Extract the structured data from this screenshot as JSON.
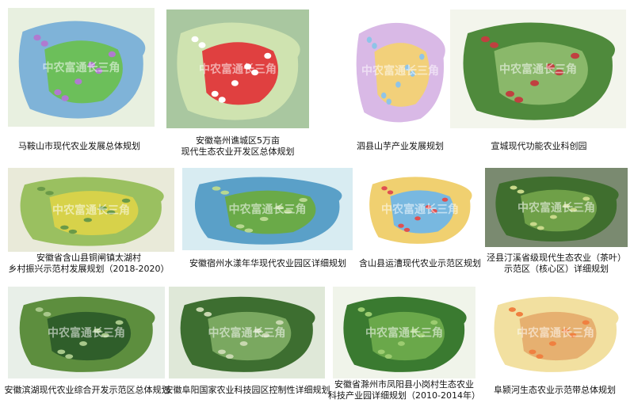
{
  "watermark": "中农富通长三角",
  "projects": [
    {
      "lines": [
        "马鞍山市现代农业发展总体规划"
      ],
      "palette": [
        "#e8f0e0",
        "#7fb3d8",
        "#6cbf5a",
        "#b07ad0"
      ]
    },
    {
      "lines": [
        "安徽亳州谯城区5万亩",
        "现代生态农业开发区总体规划"
      ],
      "palette": [
        "#a9c7a0",
        "#cfe3b0",
        "#e04040",
        "#ffffff"
      ]
    },
    {
      "lines": [
        "泗县山芋产业发展规划"
      ],
      "palette": [
        "#ffffff",
        "#d9b9e6",
        "#f2d07a",
        "#8fc4e8"
      ]
    },
    {
      "lines": [
        "宣城现代功能农业科创园"
      ],
      "palette": [
        "#f3f5ec",
        "#4f8a3c",
        "#8ab86a",
        "#c04040"
      ]
    },
    {
      "lines": [
        "安徽省含山县铜闸镇太湖村",
        "乡村振兴示范村发展规划（2018-2020）"
      ],
      "palette": [
        "#e9ead9",
        "#9ac060",
        "#d7d24a",
        "#6a9a48"
      ]
    },
    {
      "lines": [
        "安徽宿州水漾年华现代农业园区详细规划"
      ],
      "palette": [
        "#d8ecf2",
        "#5aa0c8",
        "#6aaa48",
        "#b8d890"
      ]
    },
    {
      "lines": [
        "含山县运漕现代农业示范区规划"
      ],
      "palette": [
        "#ffffff",
        "#f0d070",
        "#78b8e0",
        "#e05050"
      ]
    },
    {
      "lines": [
        "泾县汀溪省级现代生态农业（茶叶）",
        "示范区（核心区）详细规划"
      ],
      "palette": [
        "#7a8a70",
        "#3f6e2e",
        "#6fa048",
        "#c9d98a"
      ]
    },
    {
      "lines": [
        "安徽滨湖现代农业综合开发示范区总体规划"
      ],
      "palette": [
        "#e8efe8",
        "#5d8e3e",
        "#2f5e2a",
        "#a8c88a"
      ]
    },
    {
      "lines": [
        "安徽阜阳国家农业科技园区控制性详细规划"
      ],
      "palette": [
        "#dfe8d8",
        "#3d6e30",
        "#7aa860",
        "#c8d8b0"
      ]
    },
    {
      "lines": [
        "安徽省滁州市凤阳县小岗村生态农业",
        "科技产业园详细规划（2010-2014年）"
      ],
      "palette": [
        "#f0f4ea",
        "#3a7a30",
        "#6aa84a",
        "#9ccc70"
      ]
    },
    {
      "lines": [
        "阜颍河生态农业示范带总体规划"
      ],
      "palette": [
        "#ffffff",
        "#f2e0a0",
        "#e6b070",
        "#f08040"
      ]
    }
  ]
}
